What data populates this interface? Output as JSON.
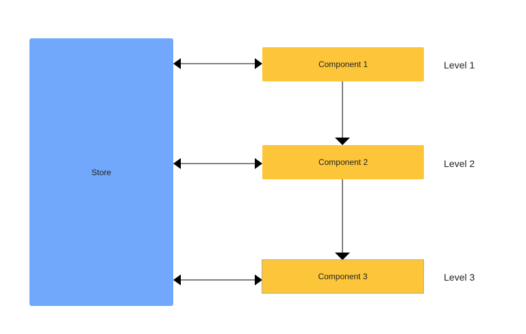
{
  "store": {
    "label": "Store"
  },
  "components": [
    {
      "label": "Component 1"
    },
    {
      "label": "Component 2"
    },
    {
      "label": "Component 3"
    }
  ],
  "levels": [
    {
      "label": "Level 1"
    },
    {
      "label": "Level 2"
    },
    {
      "label": "Level 3"
    }
  ],
  "colors": {
    "store_fill": "#71a8fb",
    "component_fill": "#fdc63a",
    "connector": "#000000"
  },
  "connections": [
    {
      "from": "Store",
      "to": "Component 1",
      "bidirectional": true
    },
    {
      "from": "Store",
      "to": "Component 2",
      "bidirectional": true
    },
    {
      "from": "Store",
      "to": "Component 3",
      "bidirectional": true
    },
    {
      "from": "Component 1",
      "to": "Component 2",
      "bidirectional": false
    },
    {
      "from": "Component 2",
      "to": "Component 3",
      "bidirectional": false
    }
  ]
}
